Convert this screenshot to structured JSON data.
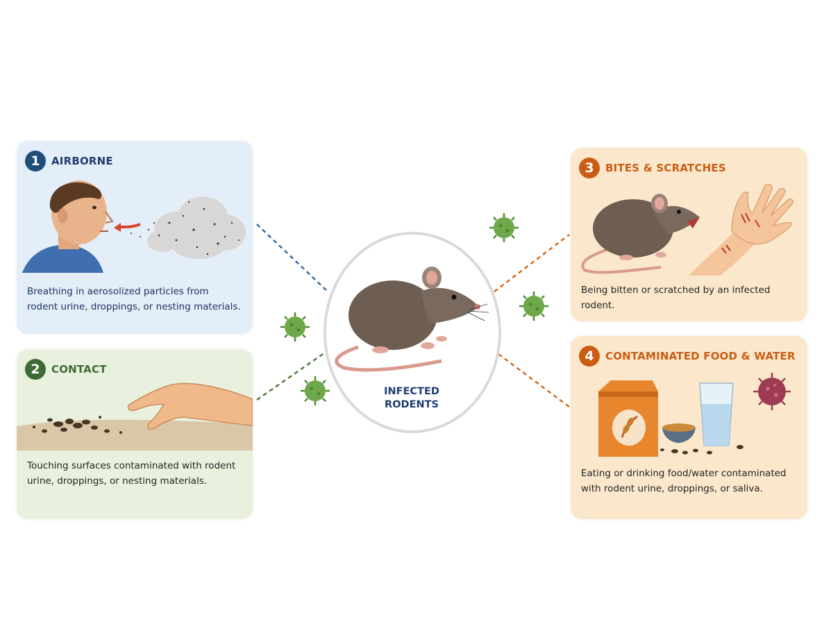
{
  "center": {
    "line1": "INFECTED",
    "line2": "RODENTS"
  },
  "panels": [
    {
      "number": "1",
      "title": "AIRBORNE",
      "description": "Breathing in aerosolized particles from rodent urine, droppings, or nesting materials.",
      "color": "#1f4e79"
    },
    {
      "number": "2",
      "title": "CONTACT",
      "description": "Touching surfaces contaminated with rodent urine, droppings, or nesting materials.",
      "color": "#3e6b35"
    },
    {
      "number": "3",
      "title": "BITES & SCRATCHES",
      "description": "Being bitten or scratched by an infected rodent.",
      "color": "#c95d14"
    },
    {
      "number": "4",
      "title": "CONTAMINATED FOOD & WATER",
      "description": "Eating or drinking food/water contaminated with rodent urine, droppings, or saliva.",
      "color": "#c95d14"
    }
  ],
  "icons": [
    "person-breathing-icon",
    "hand-touching-icon",
    "rat-biting-icon",
    "food-water-icon",
    "virus-icon",
    "rat-icon"
  ]
}
